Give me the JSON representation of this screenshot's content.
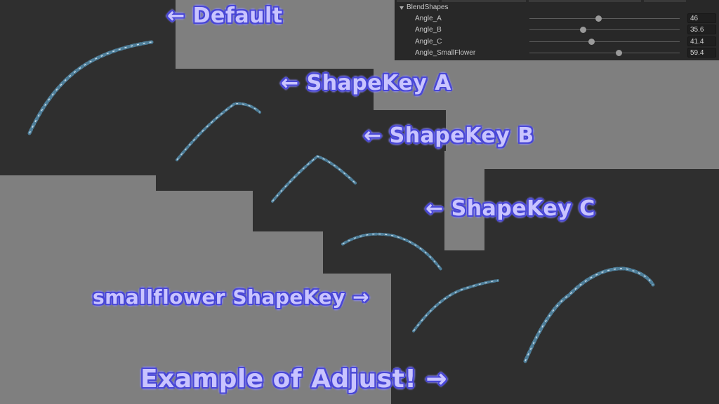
{
  "inspector": {
    "section_title": "BlendShapes",
    "blendshapes": [
      {
        "name": "Angle_A",
        "value": 46,
        "value_text": "46"
      },
      {
        "name": "Angle_B",
        "value": 35.6,
        "value_text": "35.6"
      },
      {
        "name": "Angle_C",
        "value": 41.4,
        "value_text": "41.4"
      },
      {
        "name": "Angle_SmallFlower",
        "value": 59.4,
        "value_text": "59.4"
      }
    ],
    "slider_range": [
      0,
      100
    ]
  },
  "labels": {
    "default": "Default",
    "shapekey_a": "ShapeKey A",
    "shapekey_b": "ShapeKey B",
    "shapekey_c": "ShapeKey C",
    "smallflower": "smallflower ShapeKey",
    "example": "Example of Adjust!"
  },
  "arrows": {
    "left": "←",
    "right": "→"
  },
  "colors": {
    "viewport_dark": "#2f2f2f",
    "viewport_gray": "#7f7f7f",
    "label_fill": "#c9c4ff",
    "label_outline": "#4a48d6"
  }
}
